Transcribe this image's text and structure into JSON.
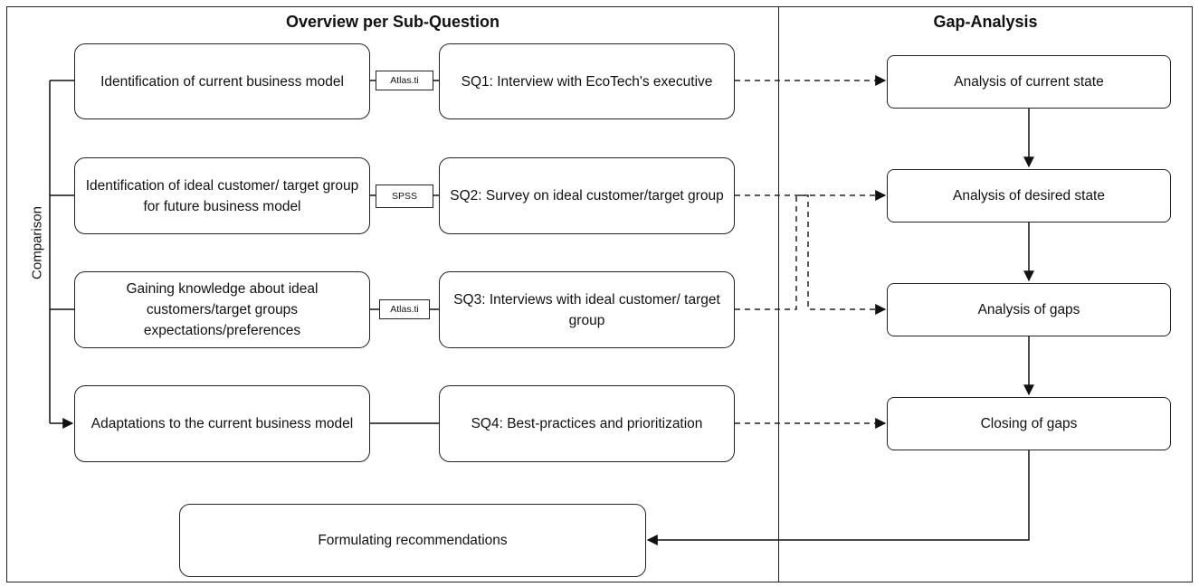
{
  "sections": {
    "left_title": "Overview per Sub-Question",
    "right_title": "Gap-Analysis"
  },
  "comparison_label": "Comparison",
  "rows": [
    {
      "topic": "Identification of current business model",
      "tool": "Atlas.ti",
      "sq": "SQ1: Interview with EcoTech's executive"
    },
    {
      "topic": "Identification of ideal customer/ target group for future business model",
      "tool": "SPSS",
      "sq": "SQ2: Survey on ideal customer/target group"
    },
    {
      "topic": "Gaining knowledge about ideal customers/target groups expectations/preferences",
      "tool": "Atlas.ti",
      "sq": "SQ3: Interviews with ideal customer/ target group"
    },
    {
      "topic": "Adaptations to the current business model",
      "tool": "",
      "sq": "SQ4: Best-practices and prioritization"
    }
  ],
  "gap_steps": [
    "Analysis of current state",
    "Analysis of desired state",
    "Analysis of gaps",
    "Closing of gaps"
  ],
  "recommendation": "Formulating recommendations"
}
